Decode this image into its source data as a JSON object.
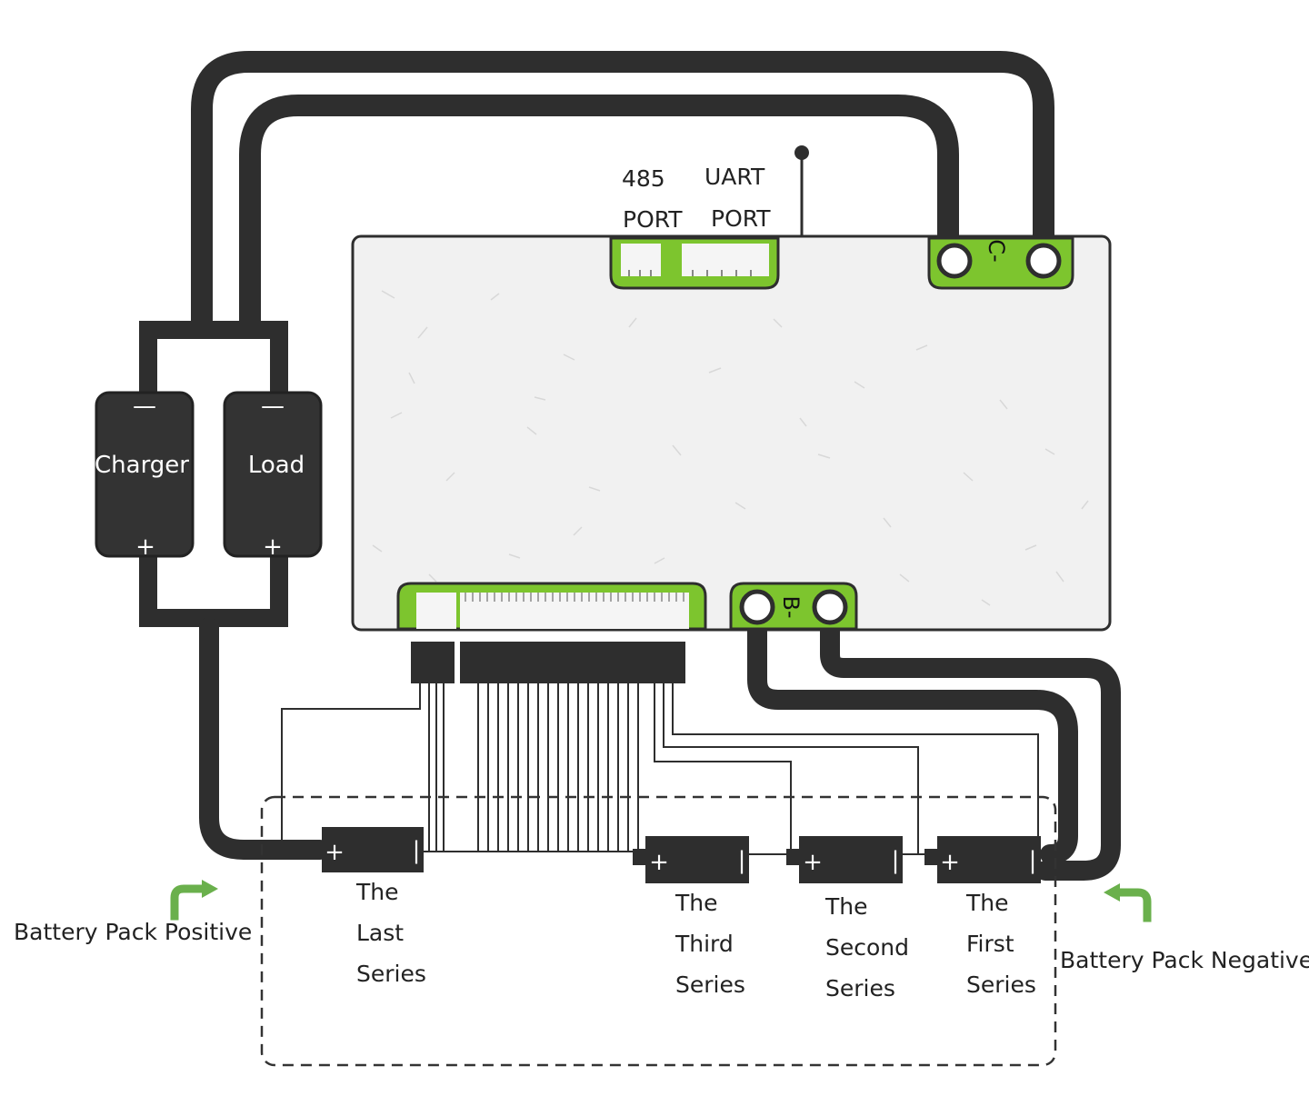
{
  "ports": {
    "rs485": [
      "485",
      "PORT"
    ],
    "uart": [
      "UART",
      "PORT"
    ]
  },
  "pads": {
    "charge_neg": "C-",
    "battery_neg": "B-"
  },
  "devices": {
    "charger": {
      "label": "Charger",
      "minus": "—",
      "plus": "+"
    },
    "load": {
      "label": "Load",
      "minus": "—",
      "plus": "+"
    }
  },
  "cells": [
    {
      "lines": [
        "The",
        "Last",
        "Series"
      ]
    },
    {
      "lines": [
        "The",
        "Third",
        "Series"
      ]
    },
    {
      "lines": [
        "The",
        "Second",
        "Series"
      ]
    },
    {
      "lines": [
        "The",
        "First",
        "Series"
      ]
    }
  ],
  "cell_terminals": {
    "plus": "+",
    "minus": "|"
  },
  "pack": {
    "positive": "Battery Pack Positive",
    "negative": "Battery Pack Negative"
  },
  "colors": {
    "wire": "#2e2e2e",
    "pad_green": "#7dc52e",
    "arrow_green": "#6ab04c",
    "board": "#f1f1f1"
  }
}
